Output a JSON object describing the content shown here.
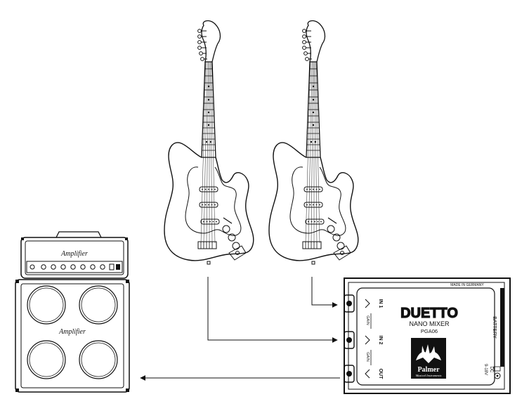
{
  "amplifier": {
    "head_label": "Amplifier",
    "cabinet_label": "Amplifier"
  },
  "mixer": {
    "made_in": "MADE IN GERMANY",
    "brand_title": "DUETTO",
    "subtitle": "NANO MIXER",
    "model": "PGA06",
    "logo_name": "Palmer",
    "logo_tagline": "Musical Instruments",
    "in1_label": "IN 1",
    "in2_label": "IN 2",
    "out_label": "OUT",
    "gain1_label": "GAIN",
    "gain2_label": "GAIN",
    "battery_label": "BATTERY",
    "power_label": "9-18V",
    "dc_label": "DC"
  },
  "colors": {
    "line": "#111111",
    "background": "#ffffff"
  }
}
